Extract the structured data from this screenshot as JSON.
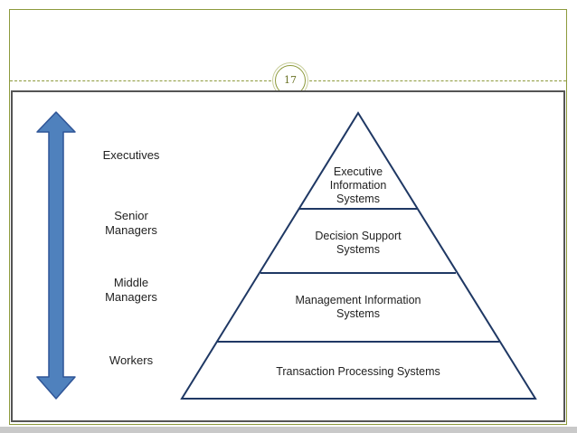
{
  "slide": {
    "page_number": "17",
    "frame_color": "#8d9a3c"
  },
  "diagram": {
    "roles": [
      "Executives",
      "Senior\nManagers",
      "Middle\nManagers",
      "Workers"
    ],
    "tiers": [
      "Executive\nInformation\nSystems",
      "Decision Support\nSystems",
      "Management Information\nSystems",
      "Transaction Processing Systems"
    ],
    "arrow_color": "#4f81bd",
    "arrow_outline": "#2f5597",
    "pyramid_stroke": "#1f3864"
  }
}
